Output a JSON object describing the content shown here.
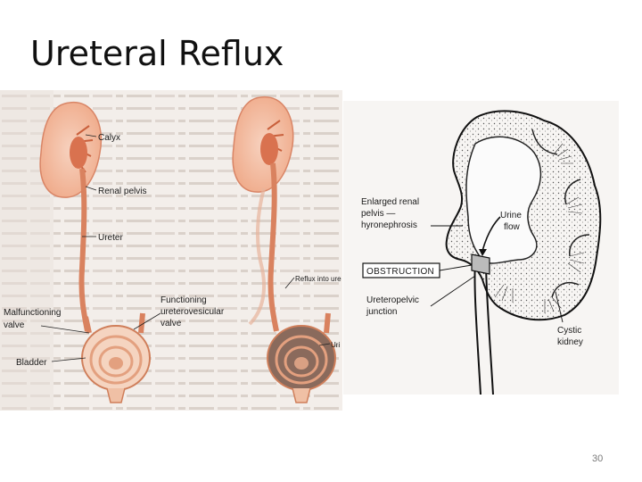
{
  "slide": {
    "title": "Ureteral Reflux",
    "page_number": "30"
  },
  "figure_left": {
    "labels": {
      "calyx": "Calyx",
      "renal_pelvis": "Renal pelvis",
      "ureter": "Ureter",
      "functioning_valve_1": "Functioning",
      "functioning_valve_2": "ureterovesicular",
      "functioning_valve_3": "valve",
      "malfunctioning_valve_1": "Malfunctioning",
      "malfunctioning_valve_2": "valve",
      "bladder": "Bladder",
      "reflux": "Reflux into ure",
      "urine": "Uri"
    }
  },
  "figure_right": {
    "labels": {
      "enlarged_1": "Enlarged renal",
      "enlarged_2": "pelvis —",
      "enlarged_3": "hyronephrosis",
      "urine_flow_1": "Urine",
      "urine_flow_2": "flow",
      "obstruction": "OBSTRUCTION",
      "ureteropelvic_1": "Ureteropelvic",
      "ureteropelvic_2": "junction",
      "cystic_1": "Cystic",
      "cystic_2": "kidney"
    }
  },
  "colors": {
    "kidney_fill": "#f2b79a",
    "ureter": "#d9825f",
    "bladder_ring": "#e3a07f",
    "page_bg": "#f3eeea"
  }
}
